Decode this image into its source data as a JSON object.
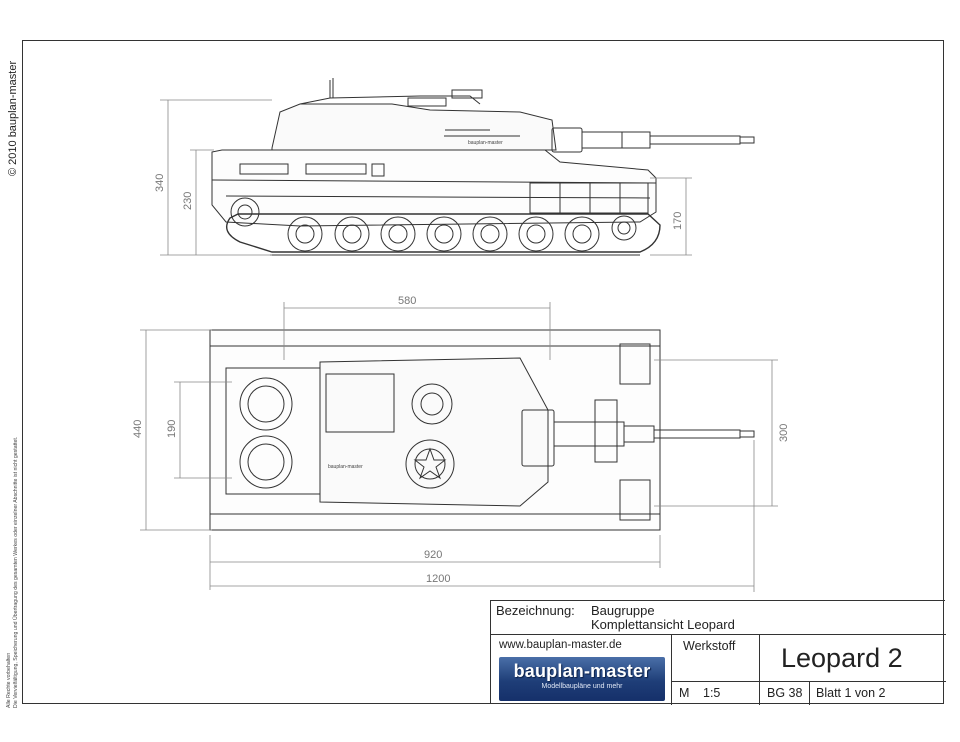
{
  "sheet": {
    "copyright": "© 2010 bauplan-master",
    "rights_line1": "Alle Rechte vorbehalten",
    "rights_line2": "Die Vervielfältigung, Speicherung und Übertragung des gesamten Werkes oder einzelner Abschnitte ist nicht gestattet."
  },
  "side_view": {
    "dims": {
      "overall_height": "340",
      "hull_height": "230",
      "ground_to_hull": "170"
    },
    "hull_label": "bauplan-master"
  },
  "top_view": {
    "dims": {
      "turret_length": "580",
      "width": "440",
      "rear_width": "190",
      "front_width": "300",
      "hull_length": "920",
      "total_length": "1200"
    },
    "hull_label": "bauplan-master"
  },
  "title_block": {
    "bezeichnung_label": "Bezeichnung:",
    "bezeichnung_line1": "Baugruppe",
    "bezeichnung_line2": "Komplettansicht Leopard",
    "url": "www.bauplan-master.de",
    "werkstoff_label": "Werkstoff",
    "model_name": "Leopard 2",
    "scale_prefix": "M",
    "scale_value": "1:5",
    "group": "BG 38",
    "sheet_info": "Blatt 1 von 2",
    "logo_main": "bauplan-master",
    "logo_sub": "Modellbaupläne und mehr"
  }
}
